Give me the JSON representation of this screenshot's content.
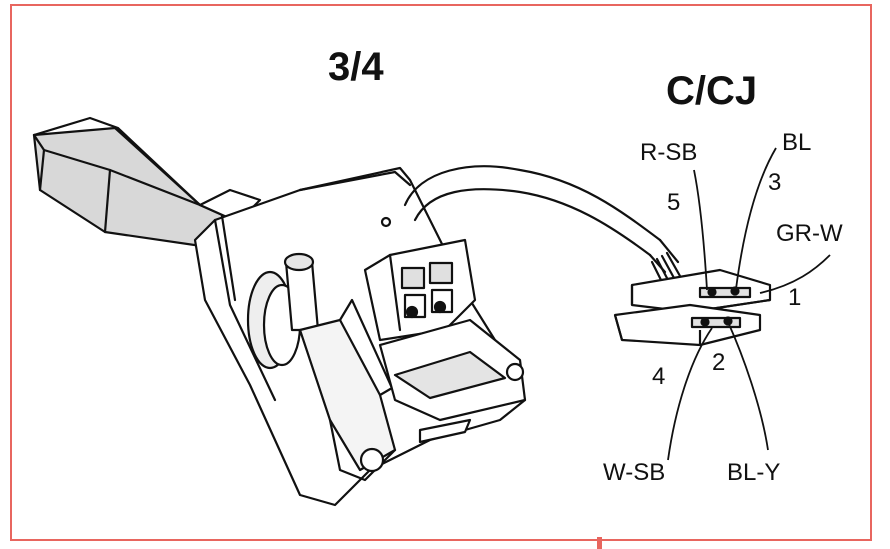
{
  "figure": {
    "model_label": "3/4",
    "connector_label": "C/CJ",
    "pins": [
      {
        "number": "1",
        "wire": "GR-W"
      },
      {
        "number": "2",
        "wire": "BL-Y"
      },
      {
        "number": "3",
        "wire": "BL"
      },
      {
        "number": "4",
        "wire": "W-SB"
      },
      {
        "number": "5",
        "wire": "R-SB"
      }
    ]
  },
  "colors": {
    "frame": "#e8665f",
    "ink": "#111111",
    "shade": "#cfcfcf"
  },
  "icons": [
    "combination-switch-illustration",
    "connector-plug-illustration"
  ]
}
